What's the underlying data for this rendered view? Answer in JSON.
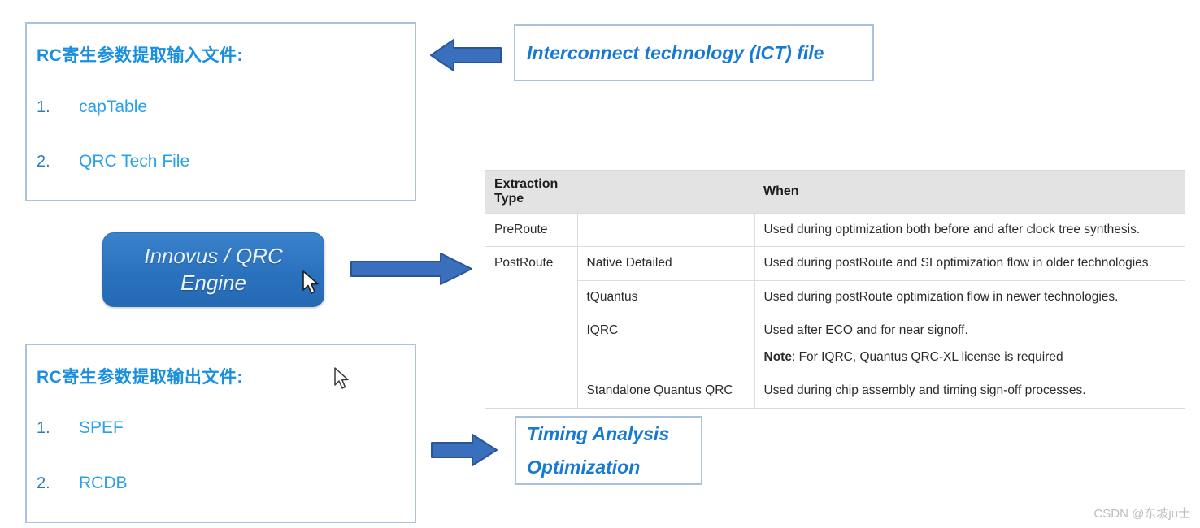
{
  "input_box": {
    "title": "RC寄生参数提取输入文件:",
    "items": [
      {
        "num": "1.",
        "text": "capTable"
      },
      {
        "num": "2.",
        "text": "QRC Tech File"
      }
    ]
  },
  "output_box": {
    "title": "RC寄生参数提取输出文件:",
    "items": [
      {
        "num": "1.",
        "text": "SPEF"
      },
      {
        "num": "2.",
        "text": "RCDB"
      }
    ]
  },
  "ict_box": {
    "label": "Interconnect technology (ICT) file"
  },
  "engine_block": {
    "label": "Innovus / QRC\nEngine"
  },
  "timing_box": {
    "line1": "Timing Analysis",
    "line2": "Optimization"
  },
  "table": {
    "headers": [
      "Extraction Type",
      "",
      "When"
    ],
    "rows": [
      {
        "type": "PreRoute",
        "subtype": "",
        "when": [
          "Used during optimization both before and after clock tree synthesis."
        ]
      },
      {
        "type": "PostRoute",
        "subtype": "Native Detailed",
        "when": [
          "Used during postRoute and SI optimization flow in older technologies."
        ]
      },
      {
        "type": "",
        "subtype": "tQuantus",
        "when": [
          "Used during postRoute optimization flow in newer technologies."
        ]
      },
      {
        "type": "",
        "subtype": "IQRC",
        "when": [
          "Used after ECO and for near signoff."
        ],
        "note_label": "Note",
        "note_text": ": For IQRC, Quantus QRC-XL license is required"
      },
      {
        "type": "",
        "subtype": "Standalone Quantus QRC",
        "when": [
          "Used during chip assembly and timing sign-off processes."
        ]
      }
    ]
  },
  "arrows": {
    "ict_to_input": "arrow-left",
    "engine_to_table": "arrow-right",
    "output_to_timing": "arrow-right"
  },
  "watermark": {
    "text": "CSDN @东坡ju士"
  },
  "colors": {
    "accent_blue": "#1a8fe0",
    "list_blue": "#2aa0e8",
    "num_blue": "#2b7cc4",
    "box_border": "#a9c2dd",
    "engine_fill": "#2b72be",
    "arrow_fill": "#3a6fbd",
    "arrow_stroke": "#2b5696",
    "table_header_bg": "#e3e3e3",
    "table_border": "#dcdcdc",
    "watermark": "#bdbdbd"
  }
}
